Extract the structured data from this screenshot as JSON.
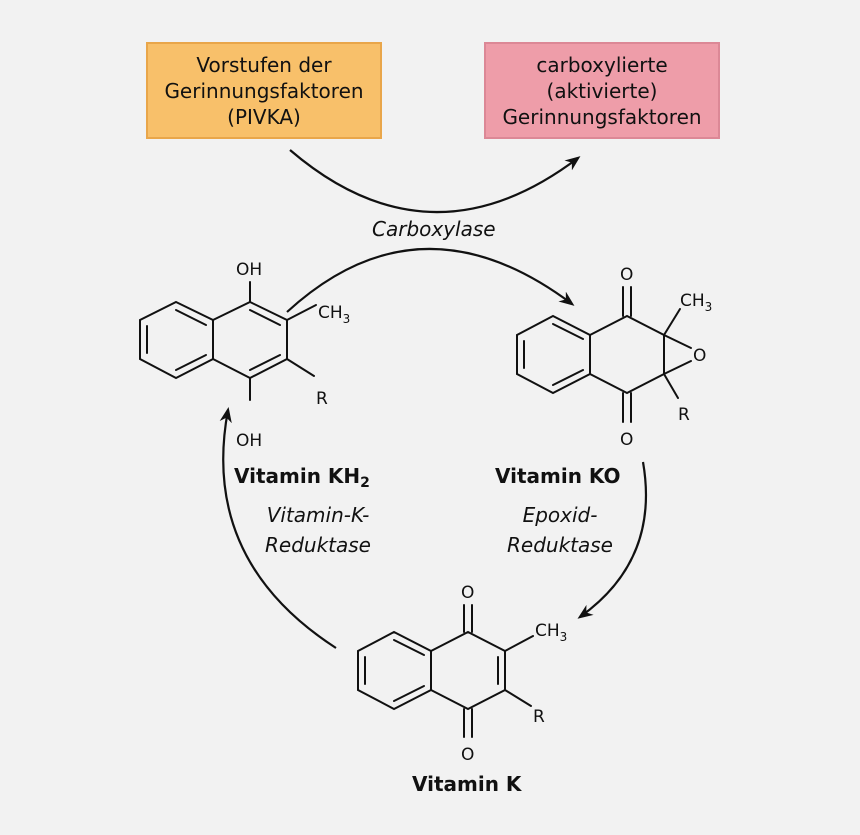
{
  "boxes": {
    "precursors": {
      "line1": "Vorstufen der",
      "line2": "Gerinnungsfaktoren",
      "line3": "(PIVKA)"
    },
    "activated": {
      "line1": "carboxylierte",
      "line2": "(aktivierte)",
      "line3": "Gerinnungsfaktoren"
    }
  },
  "enzymes": {
    "carboxylase": "Carboxylase",
    "reductase_k": {
      "line1": "Vitamin-K-",
      "line2": "Reduktase"
    },
    "epoxid_reductase": {
      "line1": "Epoxid-",
      "line2": "Reduktase"
    }
  },
  "compounds": {
    "kh2": {
      "name_main": "Vitamin KH",
      "name_sub": "2"
    },
    "ko": {
      "name": "Vitamin KO"
    },
    "k": {
      "name": "Vitamin K"
    }
  },
  "atoms": {
    "oh": "OH",
    "o": "O",
    "r": "R",
    "ch": "CH",
    "three": "3"
  },
  "colors": {
    "precursor_fill": "#f8c06a",
    "activated_fill": "#ee9da9",
    "background": "#f2f2f2"
  }
}
